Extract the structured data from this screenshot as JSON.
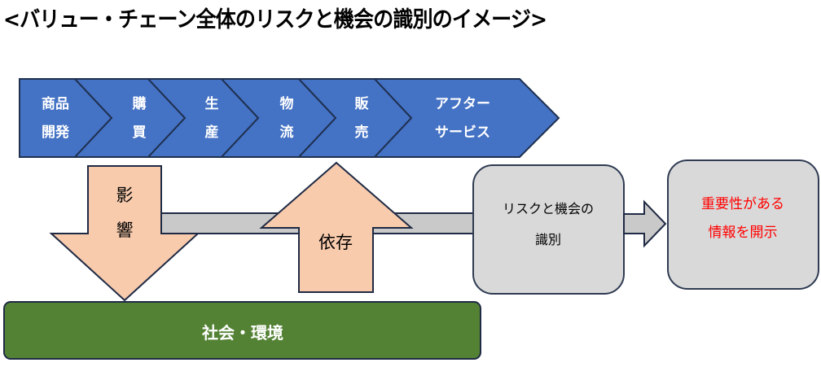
{
  "title": "<バリュー・チェーン全体のリスクと機会の識別のイメージ>",
  "colors": {
    "chevron_fill": "#4472c4",
    "chevron_stroke": "#1f3050",
    "arrow_fill": "#f8cbad",
    "arrow_stroke": "#1f2a44",
    "bar_fill": "#c9c9c9",
    "box_fill": "#d9d9d9",
    "box_stroke": "#2f3b52",
    "society_fill": "#548235",
    "highlight_text": "#ff0000"
  },
  "value_chain": {
    "stages": [
      {
        "line1": "商品",
        "line2": "開発"
      },
      {
        "line1": "購",
        "line2": "買"
      },
      {
        "line1": "生",
        "line2": "産"
      },
      {
        "line1": "物",
        "line2": "流"
      },
      {
        "line1": "販",
        "line2": "売"
      },
      {
        "line1": "アフター",
        "line2": "サービス"
      }
    ]
  },
  "arrows": {
    "impact": {
      "line1": "影",
      "line2": "響"
    },
    "dependency": {
      "label": "依存"
    }
  },
  "boxes": {
    "risk_identification": {
      "line1": "リスクと機会の",
      "line2": "識別"
    },
    "disclosure": {
      "line1": "重要性がある",
      "line2": "情報を開示"
    }
  },
  "society": {
    "label": "社会・環境"
  }
}
